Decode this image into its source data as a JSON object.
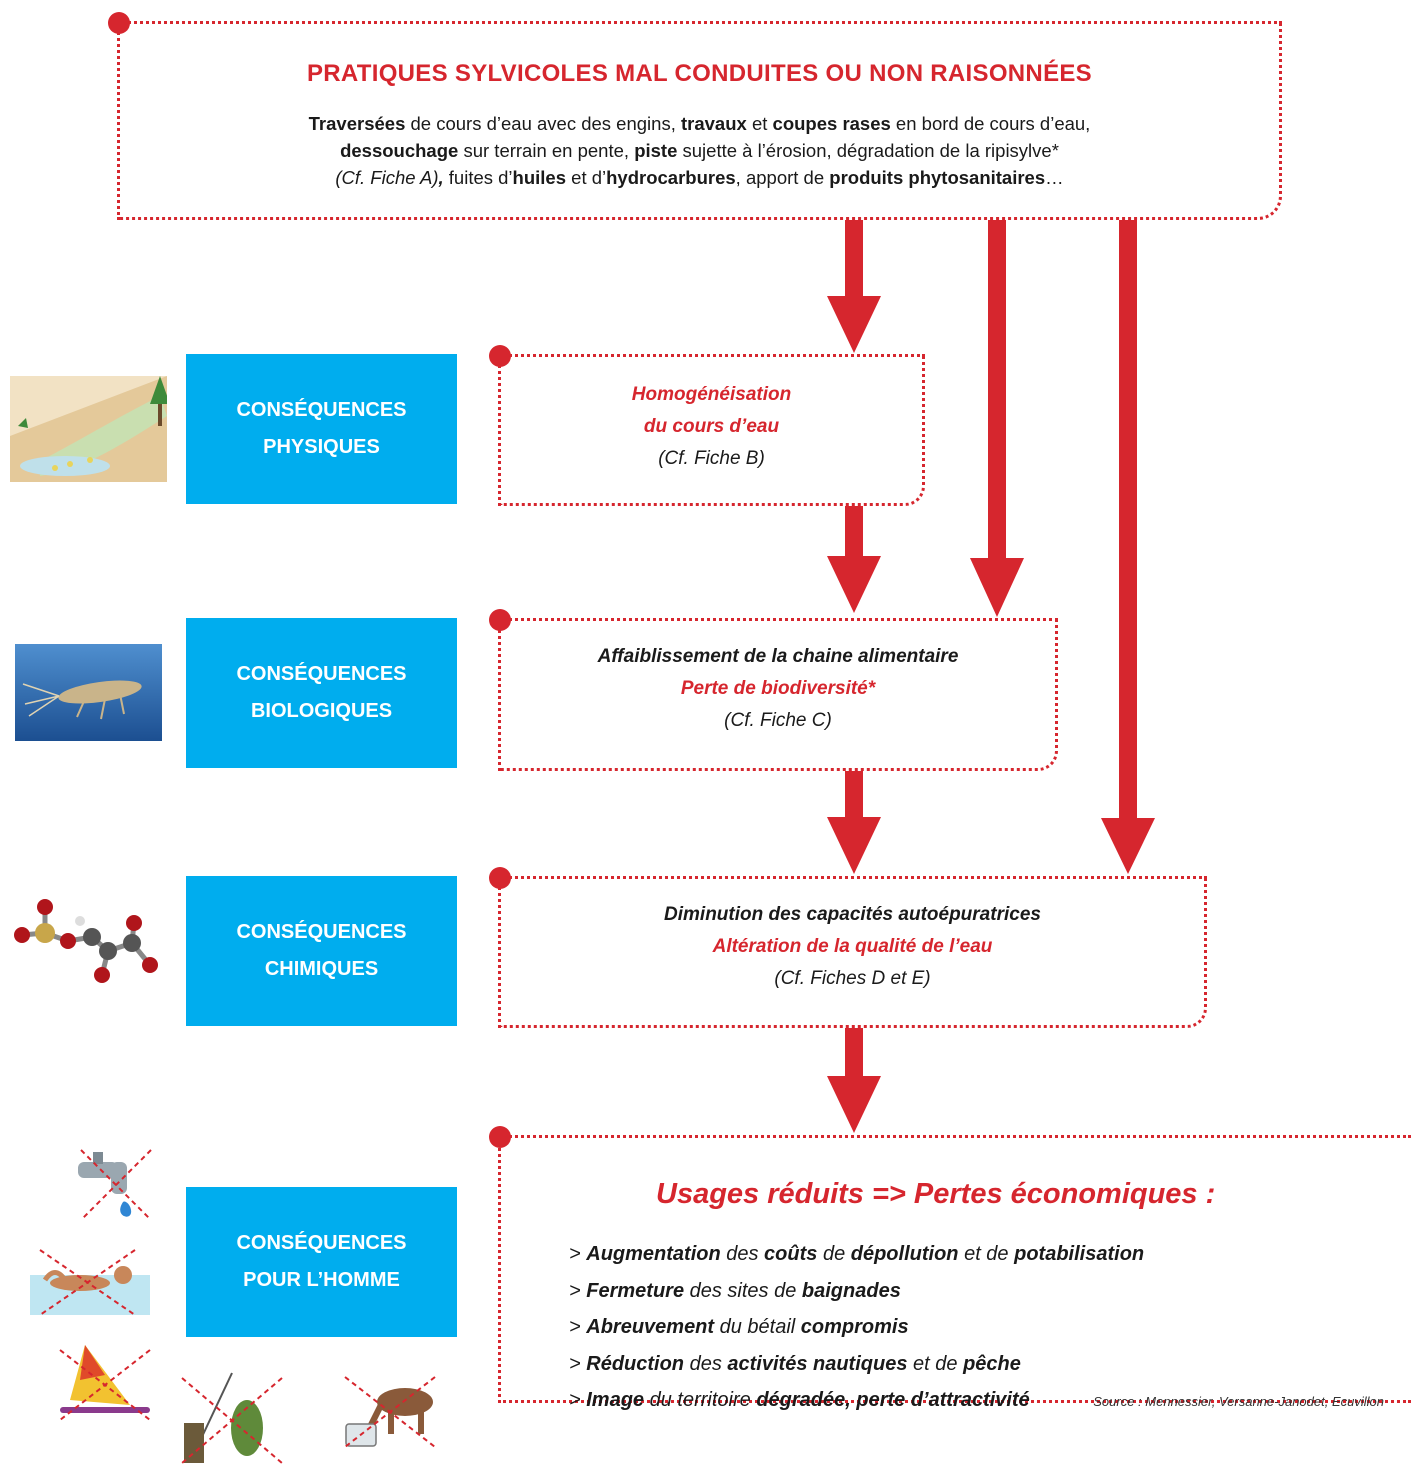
{
  "top_box": {
    "title": "PRATIQUES SYLVICOLES MAL CONDUITES OU NON RAISONNÉES",
    "line1": [
      {
        "t": "Traversées",
        "b": true
      },
      {
        "t": " de cours d’eau avec des engins, ",
        "b": false
      },
      {
        "t": "travaux",
        "b": true
      },
      {
        "t": " et ",
        "b": false
      },
      {
        "t": "coupes rases",
        "b": true
      },
      {
        "t": " en bord de cours d’eau,",
        "b": false
      }
    ],
    "line2": [
      {
        "t": "dessouchage",
        "b": true
      },
      {
        "t": " sur terrain en pente, ",
        "b": false
      },
      {
        "t": "piste",
        "b": true
      },
      {
        "t": " sujette à l’érosion, dégradation de la ripisylve*",
        "b": false
      }
    ],
    "line3": [
      {
        "t": "(Cf. Fiche A)",
        "b": false,
        "i": true
      },
      {
        "t": ",",
        "b": true,
        "i": true
      },
      {
        "t": " fuites d’",
        "b": false
      },
      {
        "t": "huiles",
        "b": true
      },
      {
        "t": " et d’",
        "b": false
      },
      {
        "t": "hydrocarbures",
        "b": true
      },
      {
        "t": ", apport de ",
        "b": false
      },
      {
        "t": "produits phytosanitaires",
        "b": true
      },
      {
        "t": "…",
        "b": false
      }
    ]
  },
  "categories": {
    "physique": [
      "CONSÉQUENCES",
      "PHYSIQUES"
    ],
    "biologique": [
      "CONSÉQUENCES",
      "BIOLOGIQUES"
    ],
    "chimique": [
      "CONSÉQUENCES",
      "CHIMIQUES"
    ],
    "homme": [
      "CONSÉQUENCES",
      "POUR L’HOMME"
    ]
  },
  "box_physique": {
    "line1": "Homogénéisation",
    "line2": "du cours d’eau",
    "ref": "(Cf. Fiche B)"
  },
  "box_biologique": {
    "line1": "Affaiblissement de la chaine alimentaire",
    "line2": "Perte de biodiversité*",
    "ref": "(Cf. Fiche C)"
  },
  "box_chimique": {
    "line1": "Diminution des capacités autoépuratrices",
    "line2": "Altération de la qualité de l’eau",
    "ref": "(Cf. Fiches D et E)"
  },
  "box_homme": {
    "title": "Usages réduits => Pertes économiques :",
    "items": [
      [
        {
          "t": "> ",
          "b": false
        },
        {
          "t": "Augmentation",
          "b": true
        },
        {
          "t": " des ",
          "b": false
        },
        {
          "t": "coûts",
          "b": true
        },
        {
          "t": " de ",
          "b": false
        },
        {
          "t": "dépollution",
          "b": true
        },
        {
          "t": " et de ",
          "b": false
        },
        {
          "t": "potabilisation",
          "b": true
        }
      ],
      [
        {
          "t": "> ",
          "b": false
        },
        {
          "t": "Fermeture",
          "b": true
        },
        {
          "t": " des sites de ",
          "b": false
        },
        {
          "t": "baignades",
          "b": true
        }
      ],
      [
        {
          "t": "> ",
          "b": false
        },
        {
          "t": "Abreuvement",
          "b": true
        },
        {
          "t": " du bétail ",
          "b": false
        },
        {
          "t": "compromis",
          "b": true
        }
      ],
      [
        {
          "t": "> ",
          "b": false
        },
        {
          "t": "Réduction",
          "b": true
        },
        {
          "t": " des ",
          "b": false
        },
        {
          "t": "activités nautiques",
          "b": true
        },
        {
          "t": " et de ",
          "b": false
        },
        {
          "t": "pêche",
          "b": true
        }
      ],
      [
        {
          "t": "> ",
          "b": false
        },
        {
          "t": "Image",
          "b": true
        },
        {
          "t": " du territoire ",
          "b": false
        },
        {
          "t": "dégradée, perte d’attractivité",
          "b": true
        }
      ]
    ]
  },
  "source": "Source : Mennessier, Versanne-Janodet, Ecuvillon",
  "colors": {
    "accent_red": "#d6262e",
    "category_blue": "#00adee"
  }
}
